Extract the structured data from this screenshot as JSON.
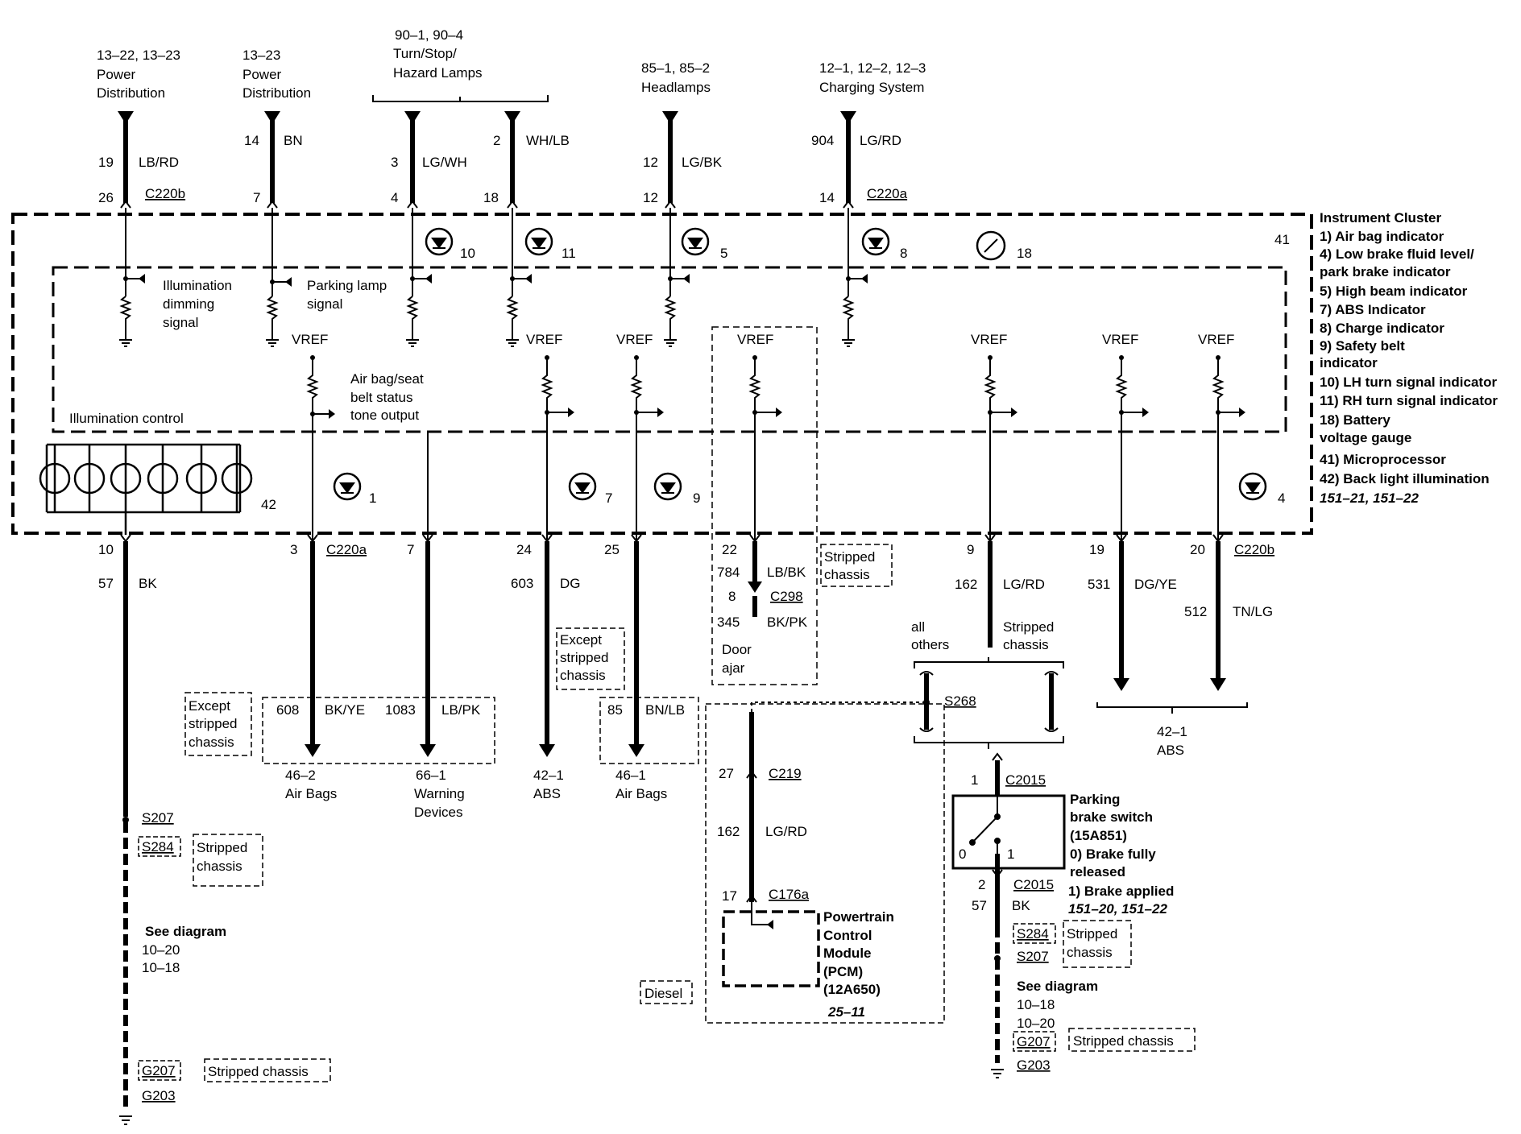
{
  "top_sources": [
    {
      "l1": "13–22, 13–23",
      "l2": "Power",
      "l3": "Distribution"
    },
    {
      "l1": "13–23",
      "l2": "Power",
      "l3": "Distribution"
    },
    {
      "l1": "90–1, 90–4",
      "l2": "Turn/Stop/",
      "l3": "Hazard Lamps"
    },
    {
      "l1": "85–1, 85–2",
      "l2": "Headlamps",
      "l3": ""
    },
    {
      "l1": "12–1, 12–2, 12–3",
      "l2": "Charging System",
      "l3": ""
    }
  ],
  "top_wires": [
    {
      "circuit": "19",
      "color": "LB/RD",
      "pin": "26",
      "conn": "C220b"
    },
    {
      "circuit": "14",
      "color": "BN",
      "pin": "7",
      "conn": ""
    },
    {
      "circuit": "3",
      "color": "LG/WH",
      "pin": "4",
      "conn": ""
    },
    {
      "circuit": "2",
      "color": "WH/LB",
      "pin": "18",
      "conn": ""
    },
    {
      "circuit": "12",
      "color": "LG/BK",
      "pin": "12",
      "conn": ""
    },
    {
      "circuit": "904",
      "color": "LG/RD",
      "pin": "14",
      "conn": "C220a"
    }
  ],
  "cluster": {
    "indicators": [
      "10",
      "11",
      "5",
      "8",
      "18",
      "41",
      "1",
      "7",
      "9",
      "4",
      "42"
    ],
    "labels": {
      "illum_dimming": [
        "Illumination",
        "dimming",
        "signal"
      ],
      "parking_lamp": [
        "Parking lamp",
        "signal"
      ],
      "airbag_tone": [
        "Air bag/seat",
        "belt status",
        "tone output"
      ],
      "illum_control": "Illumination control",
      "vref": "VREF"
    }
  },
  "legend": [
    "Instrument Cluster",
    "1) Air bag indicator",
    "4) Low brake fluid level/",
    "park brake indicator",
    "5) High beam indicator",
    "7) ABS Indicator",
    "8) Charge indicator",
    "9) Safety belt",
    "indicator",
    "10) LH turn signal indicator",
    "11) RH turn signal indicator",
    "18) Battery",
    "voltage gauge",
    "41) Microprocessor",
    "42) Back light illumination",
    "151–21, 151–22"
  ],
  "bottom_pins": [
    {
      "pin": "10",
      "conn": ""
    },
    {
      "pin": "3",
      "conn": "C220a"
    },
    {
      "pin": "7",
      "conn": ""
    },
    {
      "pin": "24",
      "conn": ""
    },
    {
      "pin": "25",
      "conn": ""
    },
    {
      "pin": "22",
      "conn": ""
    },
    {
      "pin": "9",
      "conn": ""
    },
    {
      "pin": "19",
      "conn": ""
    },
    {
      "pin": "20",
      "conn": "C220b"
    }
  ],
  "wires": {
    "w57": {
      "circuit": "57",
      "color": "BK"
    },
    "w603": {
      "circuit": "603",
      "color": "DG"
    },
    "w784": {
      "circuit": "784",
      "color": "LB/BK"
    },
    "c298": {
      "pin": "8",
      "conn": "C298"
    },
    "w345": {
      "circuit": "345",
      "color": "BK/PK"
    },
    "w162a": {
      "circuit": "162",
      "color": "LG/RD"
    },
    "w531": {
      "circuit": "531",
      "color": "DG/YE"
    },
    "w512": {
      "circuit": "512",
      "color": "TN/LG"
    },
    "w608": {
      "circuit": "608",
      "color": "BK/YE"
    },
    "w1083": {
      "circuit": "1083",
      "color": "LB/PK"
    },
    "w85": {
      "circuit": "85",
      "color": "BN/LB"
    },
    "w162b": {
      "circuit": "162",
      "color": "LG/RD"
    },
    "w57b": {
      "circuit": "57",
      "color": "BK"
    }
  },
  "destinations": {
    "airbags1": [
      "46–2",
      "Air Bags"
    ],
    "warning": [
      "66–1",
      "Warning",
      "Devices"
    ],
    "abs1": [
      "42–1",
      "ABS"
    ],
    "airbags2": [
      "46–1",
      "Air Bags"
    ],
    "abs2": [
      "42–1",
      "ABS"
    ]
  },
  "notes": {
    "stripped_chassis": [
      "Stripped",
      "chassis"
    ],
    "except_stripped": [
      "Except",
      "stripped",
      "chassis"
    ],
    "door_ajar": [
      "Door",
      "ajar"
    ],
    "all_others": [
      "all",
      "others"
    ],
    "stripped_chassis_one": "Stripped chassis",
    "diesel": "Diesel",
    "see_diagram": "See diagram",
    "refs_left": [
      "10–20",
      "10–18"
    ],
    "refs_right": [
      "10–18",
      "10–20"
    ]
  },
  "splices": {
    "s207": "S207",
    "s284": "S284",
    "g207": "G207",
    "g203": "G203",
    "s268": "S268"
  },
  "connectors": {
    "c219": {
      "pin": "27",
      "conn": "C219"
    },
    "c176a": {
      "pin": "17",
      "conn": "C176a"
    },
    "c2015a": {
      "pin": "1",
      "conn": "C2015"
    },
    "c2015b": {
      "pin": "2",
      "conn": "C2015"
    }
  },
  "pcm": [
    "Powertrain",
    "Control",
    "Module",
    "(PCM)",
    "(12A650)",
    "25–11"
  ],
  "parking_brake": [
    "Parking",
    "brake switch",
    "(15A851)",
    "0) Brake fully",
    "released",
    "1) Brake applied",
    "151–20, 151–22"
  ],
  "switch_pos": {
    "p0": "0",
    "p1": "1"
  }
}
